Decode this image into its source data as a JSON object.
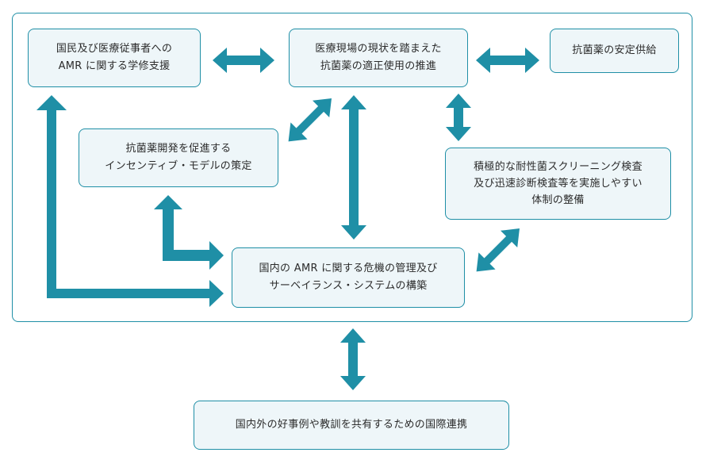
{
  "nodes": {
    "awareness": "国民及び医療従事者への\nAMR に関する学修支援",
    "proper_use": "医療現場の現状を踏まえた\n抗菌薬の適正使用の推進",
    "stable_supply": "抗菌薬の安定供給",
    "incentive": "抗菌薬開発を促進する\nインセンティブ・モデルの策定",
    "screening": "積極的な耐性菌スクリーニング検査\n及び迅速診断検査等を実施しやすい\n体制の整備",
    "surveillance": "国内の AMR に関する危機の管理及び\nサーベイランス・システムの構築",
    "international": "国内外の好事例や教訓を共有するための国際連携"
  },
  "colors": {
    "accent": "#1f8fa6",
    "box_fill": "#eef6f9"
  }
}
